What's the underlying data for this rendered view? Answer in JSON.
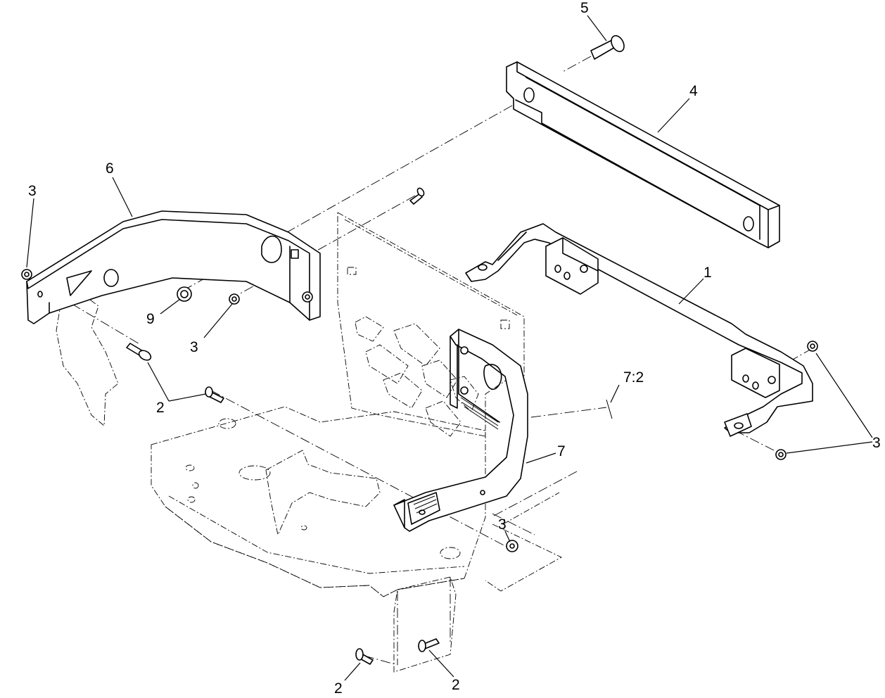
{
  "callouts": [
    {
      "id": "c5",
      "label": "5"
    },
    {
      "id": "c4",
      "label": "4"
    },
    {
      "id": "c6",
      "label": "6"
    },
    {
      "id": "c3a",
      "label": "3"
    },
    {
      "id": "c9",
      "label": "9"
    },
    {
      "id": "c3b",
      "label": "3"
    },
    {
      "id": "c1",
      "label": "1"
    },
    {
      "id": "c72",
      "label": "7:2"
    },
    {
      "id": "c7",
      "label": "7"
    },
    {
      "id": "c3c",
      "label": "3"
    },
    {
      "id": "c2a",
      "label": "2"
    },
    {
      "id": "c3d",
      "label": "3"
    },
    {
      "id": "c2b",
      "label": "2"
    },
    {
      "id": "c2c",
      "label": "2"
    }
  ]
}
